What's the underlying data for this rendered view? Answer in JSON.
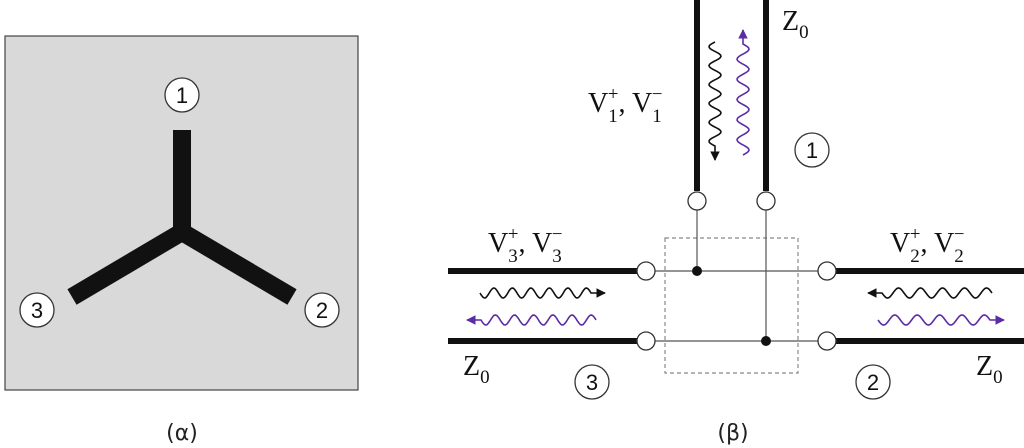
{
  "panel_a": {
    "caption": "(α)",
    "ports": [
      "1",
      "2",
      "3"
    ]
  },
  "panel_b": {
    "caption": "(β)",
    "ports": [
      "1",
      "2",
      "3"
    ],
    "port1": {
      "wave_a": "V",
      "sub": "1",
      "sup_plus": "+",
      "sep": ", ",
      "wave_b": "V",
      "sup_minus": "−",
      "impedance": "Z",
      "imp_sub": "0"
    },
    "port2": {
      "wave_a": "V",
      "sub": "2",
      "sup_plus": "+",
      "sep": ", ",
      "wave_b": "V",
      "sup_minus": "−",
      "impedance": "Z",
      "imp_sub": "0"
    },
    "port3": {
      "wave_a": "V",
      "sub": "3",
      "sup_plus": "+",
      "sep": ", ",
      "wave_b": "V",
      "sup_minus": "−",
      "impedance": "Z",
      "imp_sub": "0"
    }
  },
  "colors": {
    "panel_bg": "#d9d9d9",
    "conductor": "#111111",
    "incident_wave": "#111111",
    "reflected_wave": "#5b2ca6",
    "junction_box": "#888888"
  }
}
